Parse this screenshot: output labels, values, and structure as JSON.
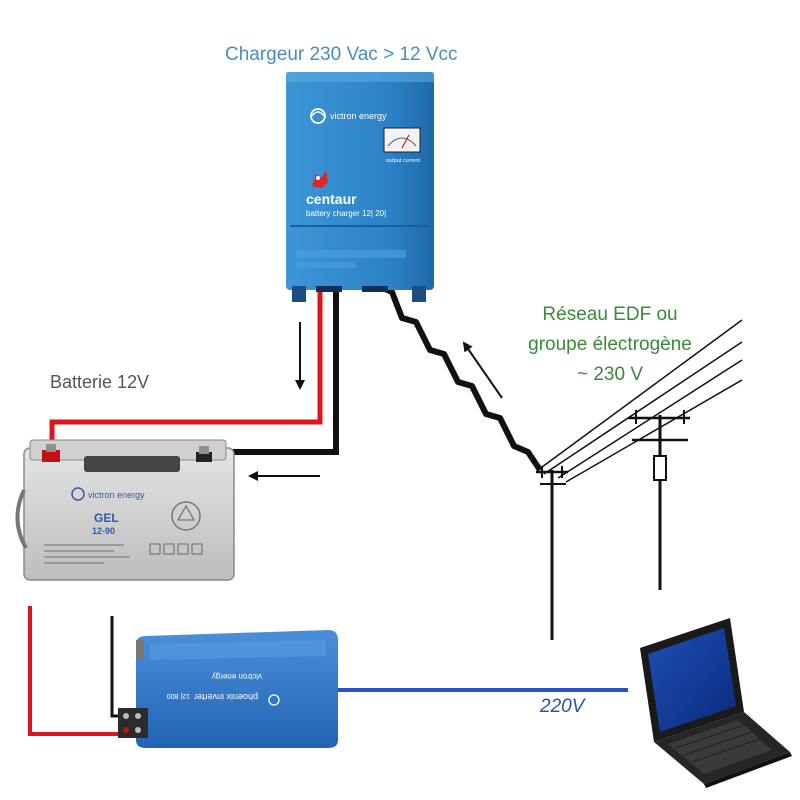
{
  "labels": {
    "charger_title": "Chargeur 230 Vac > 12 Vcc",
    "battery_title": "Batterie 12V",
    "grid_line1": "Réseau EDF ou",
    "grid_line2": "groupe électrogène",
    "grid_line3": "~ 230 V",
    "inverter_output": "220V"
  },
  "charger": {
    "brand": "victron energy",
    "model": "centaur",
    "description": "battery charger 12| 20|",
    "meter_caption": "output current"
  },
  "battery": {
    "brand": "victron energy",
    "type_line1": "GEL",
    "type_line2": "12-90"
  },
  "inverter": {
    "brand": "victron energy",
    "model": "phoenix inverter",
    "rating": "12| 800"
  },
  "colors": {
    "charger_blue": "#2f86c8",
    "inverter_blue": "#2d74c4",
    "positive_wire": "#e0141e",
    "negative_wire": "#111111",
    "ac_line": "#2a52c8",
    "charger_title": "#4a8cc0",
    "grid_title": "#3a8a3a"
  }
}
